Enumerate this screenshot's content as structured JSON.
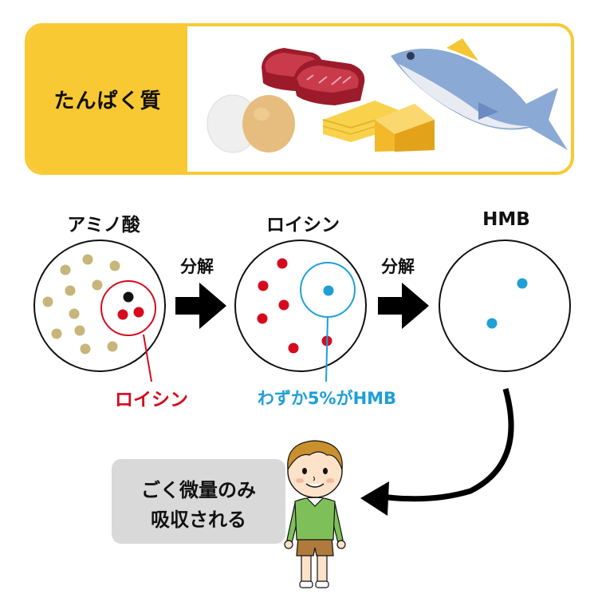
{
  "protein": {
    "label": "たんぱく質",
    "food_icons": [
      "egg-icon",
      "steak-icon",
      "cheese-icon",
      "tuna-icon"
    ]
  },
  "stages": [
    {
      "title": "アミノ酸"
    },
    {
      "title": "ロイシン"
    },
    {
      "title": "HMB"
    }
  ],
  "arrows": [
    {
      "label": "分解"
    },
    {
      "label": "分解"
    }
  ],
  "callouts": {
    "leucine": "ロイシン",
    "hmb_percent": "わずか5%がHMB"
  },
  "note": {
    "line1": "ごく微量のみ",
    "line2": "吸収される"
  },
  "colors": {
    "yellow": "#f9c934",
    "red": "#d60a1e",
    "blue": "#1e9fd6",
    "tan": "#c8b57a",
    "gray": "#d9d9d9"
  }
}
